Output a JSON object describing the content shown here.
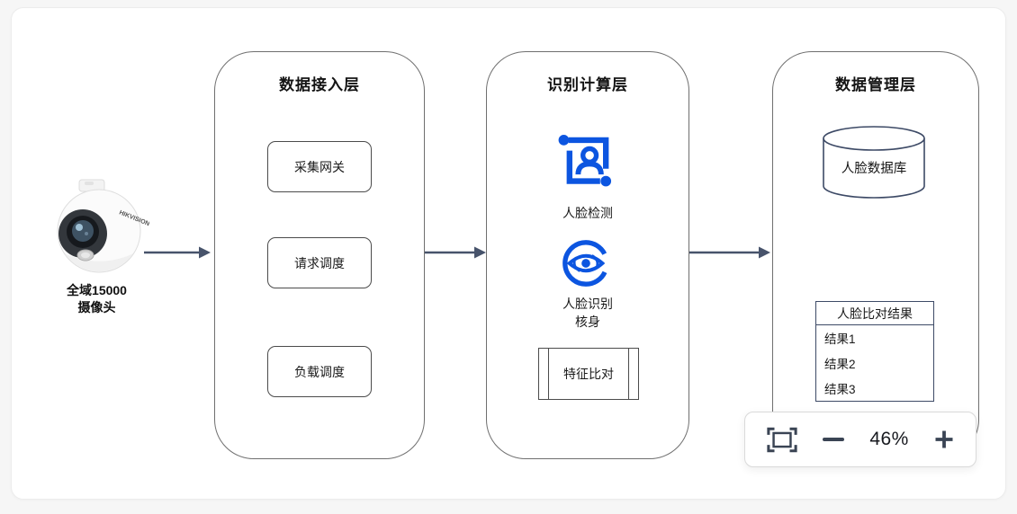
{
  "colors": {
    "accent_blue": "#0C55E0",
    "arrow_slate": "#47536B",
    "outline_navy": "#3D4A66",
    "container_border": "#6f6f6f"
  },
  "source": {
    "icon": "surveillance-camera-photo",
    "brand_text": "HIKVISION",
    "label_line1": "全域15000",
    "label_line2": "摄像头"
  },
  "layers": [
    {
      "title": "数据接入层",
      "nodes": [
        "采集网关",
        "请求调度",
        "负载调度"
      ]
    },
    {
      "title": "识别计算层",
      "items": [
        {
          "icon": "face-detection-frame-icon",
          "label": "人脸检测"
        },
        {
          "icon": "face-recognition-eye-icon",
          "label_line1": "人脸识别",
          "label_line2": "核身"
        },
        {
          "shape": "predefined-process",
          "label": "特征比对"
        }
      ]
    },
    {
      "title": "数据管理层",
      "database_label": "人脸数据库",
      "result_table": {
        "header": "人脸比对结果",
        "rows": [
          "结果1",
          "结果2",
          "结果3"
        ]
      }
    }
  ],
  "toolbar": {
    "fit_icon": "fit-to-screen-icon",
    "minus_icon": "zoom-out-minus-icon",
    "plus_icon": "zoom-in-plus-icon",
    "zoom_level": "46%"
  }
}
